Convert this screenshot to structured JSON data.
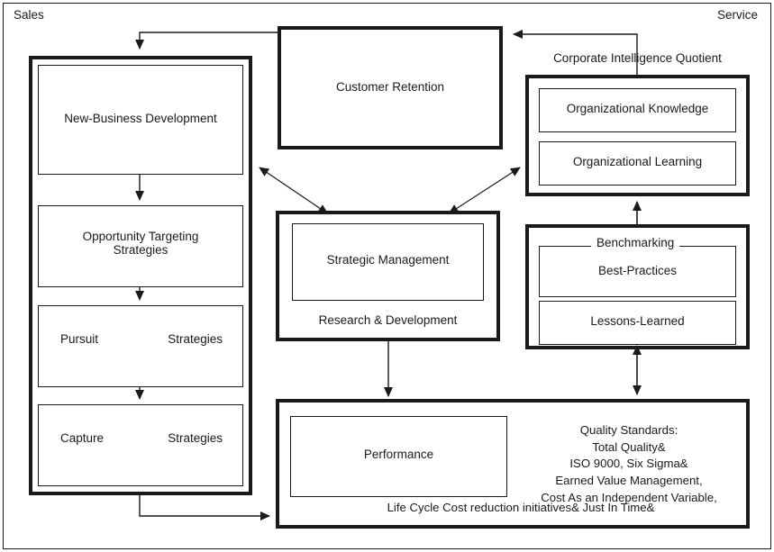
{
  "diagram": {
    "title_labels": {
      "left": "Sales",
      "right": "Service"
    },
    "sales_column": {
      "items": [
        {
          "label": "New-Business Development"
        },
        {
          "label": "Opportunity Targeting\nStrategies"
        },
        {
          "label_left": "Pursuit",
          "label_right": "Strategies"
        },
        {
          "label_left": "Capture",
          "label_right": "Strategies"
        }
      ]
    },
    "customer_retention": {
      "label": "Customer Retention"
    },
    "strategic_management": {
      "inner_label": "Strategic Management",
      "footer_label": "Research & Development"
    },
    "corporate_intelligence": {
      "header_label": "Corporate Intelligence Quotient",
      "items": [
        {
          "label": "Organizational Knowledge"
        },
        {
          "label": "Organizational Learning"
        }
      ]
    },
    "benchmarking": {
      "header_label": "Benchmarking",
      "items": [
        {
          "label": "Best-Practices"
        },
        {
          "label": "Lessons-Learned"
        }
      ]
    },
    "performance": {
      "inner_label": "Performance",
      "quality_standards": "Quality Standards:\nTotal Quality&\nISO 9000, Six Sigma&\nEarned Value Management,\nCost As an Independent Variable,",
      "bottom_line": "Life Cycle Cost reduction initiatives&   Just In Time&"
    },
    "colors": {
      "line": "#1a1a1a",
      "background": "#ffffff"
    }
  }
}
